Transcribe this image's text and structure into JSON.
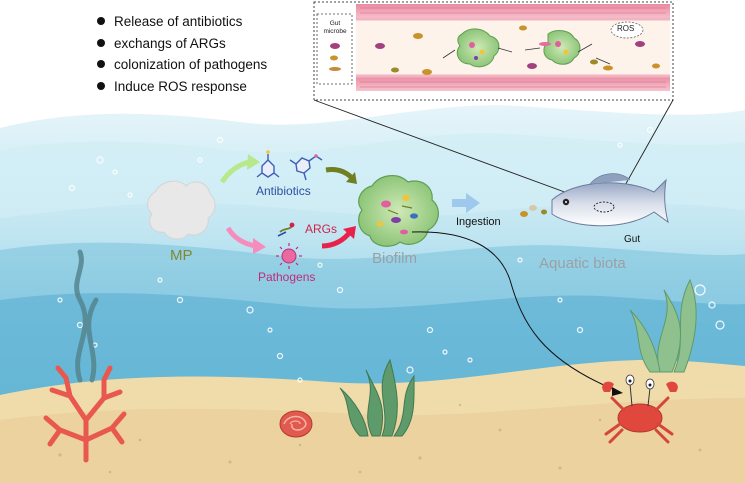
{
  "bullets": [
    "Release of antibiotics",
    "exchangs of ARGs",
    "colonization of pathogens",
    "Induce ROS response"
  ],
  "inset": {
    "gut_microbe": "Gut microbe",
    "ros": "ROS"
  },
  "labels": {
    "mp": "MP",
    "antibiotics": "Antibiotics",
    "args": "ARGs",
    "pathogens": "Pathogens",
    "biofilm": "Biofilm",
    "ingestion": "Ingestion",
    "gut": "Gut",
    "aquatic_biota": "Aquatic biota"
  },
  "colors": {
    "mp": "#7d8a32",
    "antibiotics": "#2d4fa3",
    "args": "#d0234b",
    "pathogens": "#c02a7c",
    "biofilm": "#9aa1a6",
    "aquatic_biota": "#9aa1a6",
    "water_top": "#dff2f8",
    "water_deep": "#4aa6cd",
    "sand": "#efd9a6",
    "coral": "#e8584e"
  },
  "icons": [
    "microplastic-icon",
    "antibiotic-molecule-icon",
    "gene-icon",
    "pathogen-icon",
    "biofilm-icon",
    "fish-icon",
    "coral-icon",
    "seaweed-icon",
    "shell-icon",
    "crab-icon"
  ]
}
